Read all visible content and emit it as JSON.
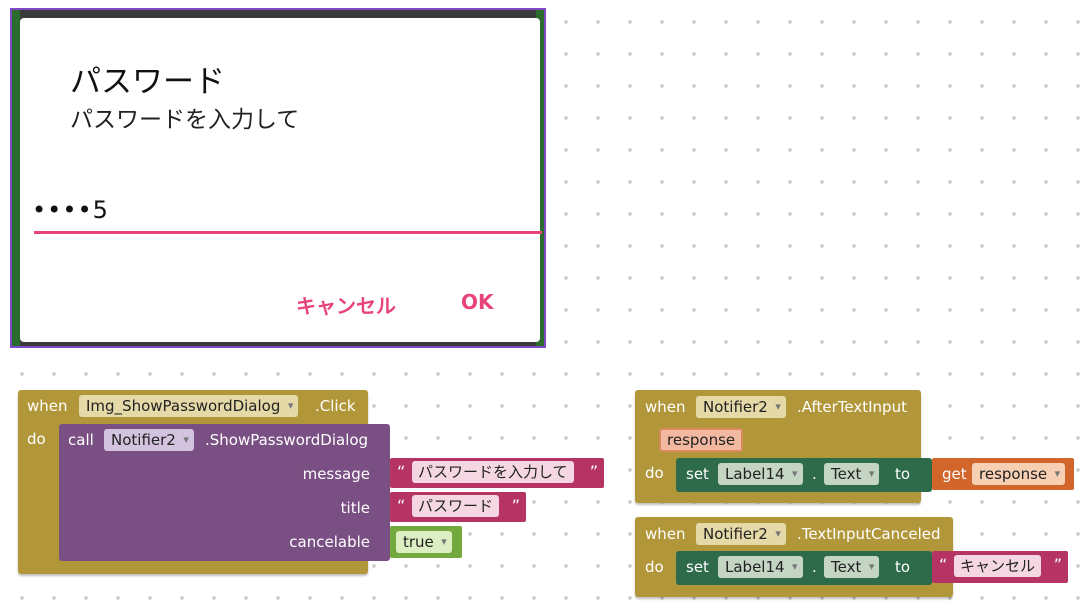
{
  "dialog": {
    "title": "パスワード",
    "message": "パスワードを入力して",
    "input_value": "••••5",
    "cancel_label": "キャンセル",
    "ok_label": "OK"
  },
  "block1": {
    "when": "when",
    "component": "Img_ShowPasswordDialog",
    "event": ".Click",
    "do": "do",
    "call": "call",
    "notifier": "Notifier2",
    "method": ".ShowPasswordDialog",
    "message_label": "message",
    "message_value": "パスワードを入力して",
    "title_label": "title",
    "title_value": "パスワード",
    "cancelable_label": "cancelable",
    "cancelable_value": "true"
  },
  "block2": {
    "when": "when",
    "component": "Notifier2",
    "event": ".AfterTextInput",
    "param": "response",
    "do": "do",
    "set": "set",
    "label": "Label14",
    "dot": ".",
    "prop": "Text",
    "to": "to",
    "get": "get",
    "get_var": "response"
  },
  "block3": {
    "when": "when",
    "component": "Notifier2",
    "event": ".TextInputCanceled",
    "do": "do",
    "set": "set",
    "label": "Label14",
    "dot": ".",
    "prop": "Text",
    "to": "to",
    "text_value": "キャンセル"
  },
  "quote_open": "“",
  "quote_close": "”",
  "colors": {
    "event_block": "#b2973a",
    "call_block": "#7a4f83",
    "set_block": "#2d6b4b",
    "text_block": "#b53463",
    "bool_block": "#72a83d",
    "get_block": "#d1652a",
    "dialog_accent": "#e8437c",
    "phone_border": "#7f48c8"
  }
}
